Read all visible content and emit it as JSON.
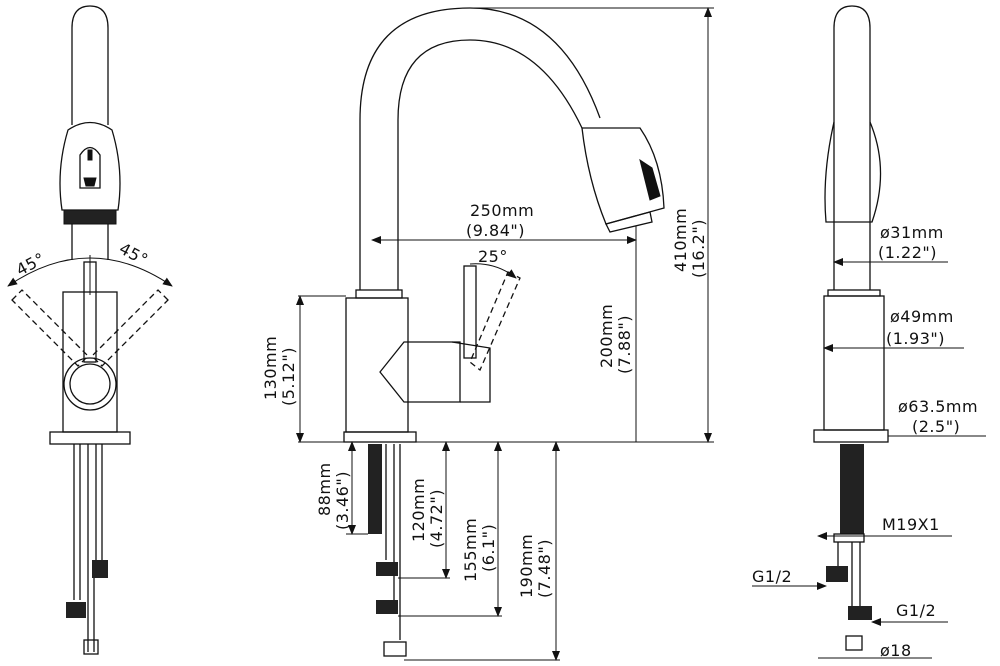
{
  "angles": {
    "left": "45°",
    "right": "45°",
    "handle_tilt": "25°"
  },
  "dimensions": {
    "spout_reach": {
      "metric": "250mm",
      "imperial": "(9.84\")"
    },
    "total_height": {
      "metric": "410mm",
      "imperial": "(16.2\")"
    },
    "spout_height": {
      "metric": "200mm",
      "imperial": "(7.88\")"
    },
    "body_reach": {
      "metric": "130mm",
      "imperial": "(5.12\")"
    },
    "thread_length": {
      "metric": "88mm",
      "imperial": "(3.46\")"
    },
    "hose_120": {
      "metric": "120mm",
      "imperial": "(4.72\")"
    },
    "hose_155": {
      "metric": "155mm",
      "imperial": "(6.1\")"
    },
    "hose_190": {
      "metric": "190mm",
      "imperial": "(7.48\")"
    },
    "spout_diameter": {
      "metric": "ø31mm",
      "imperial": "(1.22\")"
    },
    "body_diameter": {
      "metric": "ø49mm",
      "imperial": "(1.93\")"
    },
    "base_diameter": {
      "metric": "ø63.5mm",
      "imperial": "(2.5\")"
    },
    "mount_thread": "M19X1",
    "connector_left": "G1/2",
    "connector_right": "G1/2",
    "end_diameter": "ø18"
  },
  "colors": {
    "line": "#111111",
    "background": "#ffffff"
  }
}
